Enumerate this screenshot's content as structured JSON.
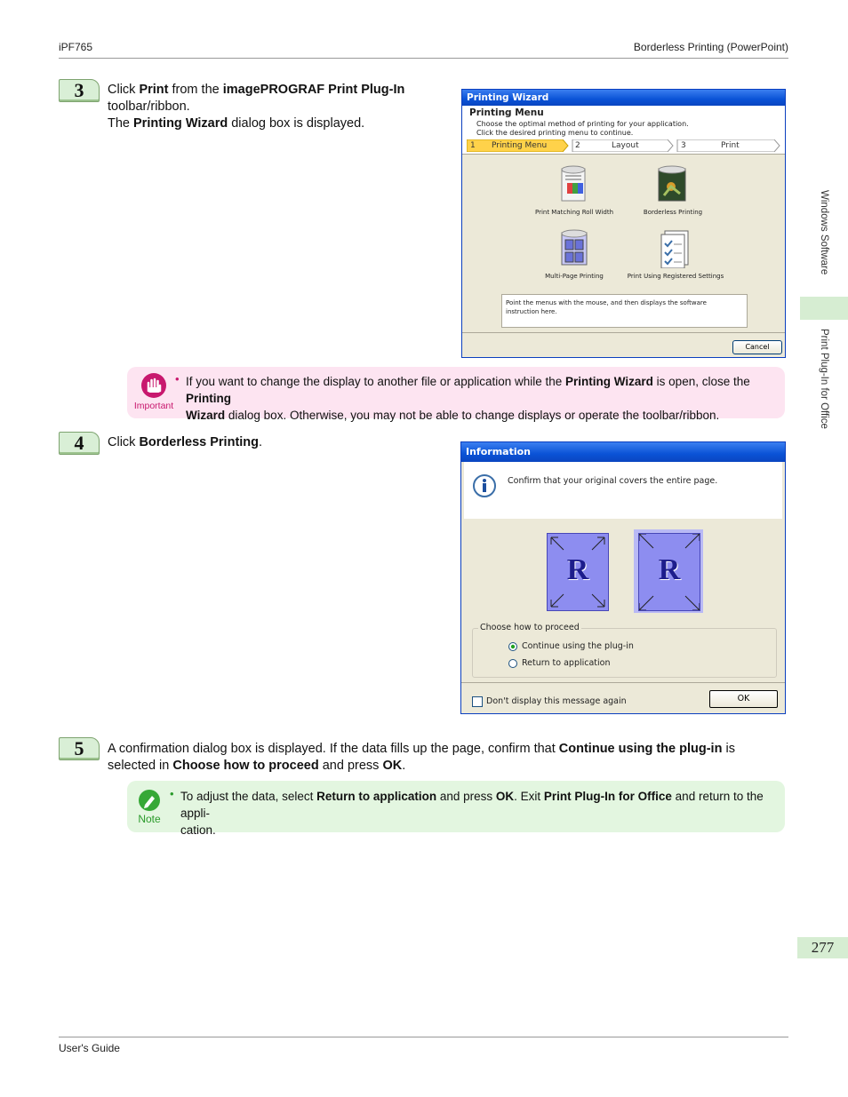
{
  "header": {
    "left": "iPF765",
    "right": "Borderless Printing (PowerPoint)"
  },
  "footer": {
    "left": "User's Guide"
  },
  "side": {
    "section": "Windows Software",
    "subsection": "Print Plug-In for Office",
    "page_number": "277"
  },
  "step3": {
    "number": "3",
    "line1_pre": "Click ",
    "line1_bold1": "Print",
    "line1_mid": " from the ",
    "line1_bold2": "imagePROGRAF Print Plug-In",
    "line2": "toolbar/ribbon.",
    "line3_pre": "The ",
    "line3_bold": "Printing Wizard",
    "line3_post": " dialog box is displayed."
  },
  "wizard": {
    "title": "Printing Wizard",
    "heading": "Printing Menu",
    "desc1": "Choose the optimal method of printing for your application.",
    "desc2": "Click the desired printing menu to continue.",
    "steps": [
      {
        "num": "1",
        "label": "Printing Menu"
      },
      {
        "num": "2",
        "label": "Layout"
      },
      {
        "num": "3",
        "label": "Print"
      }
    ],
    "options": [
      {
        "label": "Print Matching Roll Width",
        "icon": "roll-paper-icon"
      },
      {
        "label": "Borderless Printing",
        "icon": "borderless-roll-icon"
      },
      {
        "label": "Multi-Page Printing",
        "icon": "multi-page-icon"
      },
      {
        "label": "Print Using Registered Settings",
        "icon": "checklist-icon"
      }
    ],
    "instruction": "Point the menus with the mouse, and then displays the software instruction here.",
    "cancel": "Cancel"
  },
  "important": {
    "icon_label": "Important",
    "t1": "If you want to change the display to another file or application while the ",
    "b1": "Printing Wizard",
    "t2": " is open, close the ",
    "b2": "Printing",
    "b3": "Wizard",
    "t3": " dialog box. Otherwise, you may not be able to change displays or operate the toolbar/ribbon."
  },
  "step4": {
    "number": "4",
    "pre": "Click ",
    "bold": "Borderless Printing",
    "post": "."
  },
  "info": {
    "title": "Information",
    "message": "Confirm that your original covers the entire page.",
    "page_letter": "R",
    "group_label": "Choose how to proceed",
    "radio1": "Continue using the plug-in",
    "radio2": "Return to application",
    "checkbox": "Don't display this message again",
    "ok": "OK"
  },
  "step5": {
    "number": "5",
    "t1": "A confirmation dialog box is displayed. If the data fills up the page, confirm that ",
    "b1": "Continue using the plug-in",
    "t2": " is",
    "t3": "selected in ",
    "b2": "Choose how to proceed",
    "t4": " and press ",
    "b3": "OK",
    "t5": "."
  },
  "note": {
    "icon_label": "Note",
    "t1": "To adjust the data, select ",
    "b1": "Return to application",
    "t2": " and press ",
    "b2": "OK",
    "t3": ". Exit ",
    "b3": "Print Plug-In for Office",
    "t4": " and return to the appli-",
    "t5": "cation."
  },
  "colors": {
    "accent_green": "#d6edd2",
    "important_bg": "#fde4f1",
    "note_bg": "#e3f6e0",
    "xp_blue": "#0a52d6"
  }
}
